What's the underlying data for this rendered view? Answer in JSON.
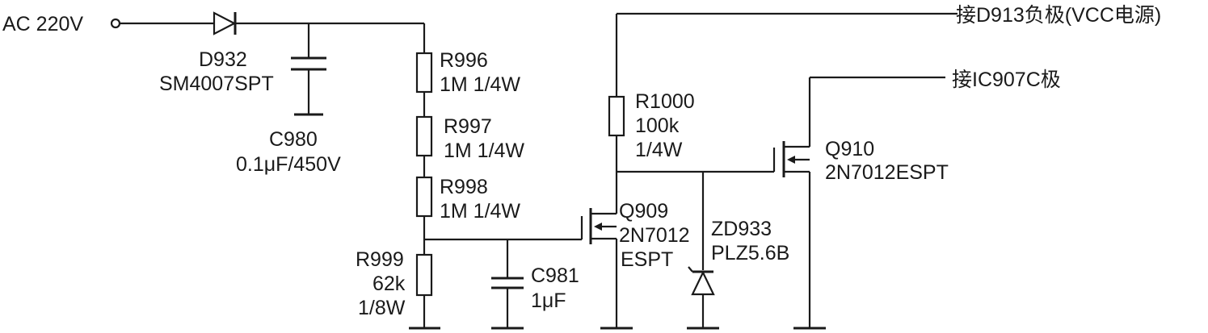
{
  "input": {
    "label": "AC  220V"
  },
  "d932": {
    "ref": "D932",
    "part": "SM4007SPT"
  },
  "c980": {
    "ref": "C980",
    "value": "0.1μF/450V"
  },
  "r996": {
    "ref": "R996",
    "value": "1M 1/4W"
  },
  "r997": {
    "ref": "R997",
    "value": "1M 1/4W"
  },
  "r998": {
    "ref": "R998",
    "value": "1M 1/4W"
  },
  "r999": {
    "ref": "R999",
    "value1": "62k",
    "value2": "1/8W"
  },
  "c981": {
    "ref": "C981",
    "value": "1μF"
  },
  "r1000": {
    "ref": "R1000",
    "value1": "100k",
    "value2": "1/4W"
  },
  "q909": {
    "ref": "Q909",
    "part1": "2N7012",
    "part2": "ESPT"
  },
  "q910": {
    "ref": "Q910",
    "part": "2N7012ESPT"
  },
  "zd933": {
    "ref": "ZD933",
    "part": "PLZ5.6B"
  },
  "outputs": {
    "vcc": "接D913负极(VCC电源)",
    "ic907": "接IC907C极"
  }
}
